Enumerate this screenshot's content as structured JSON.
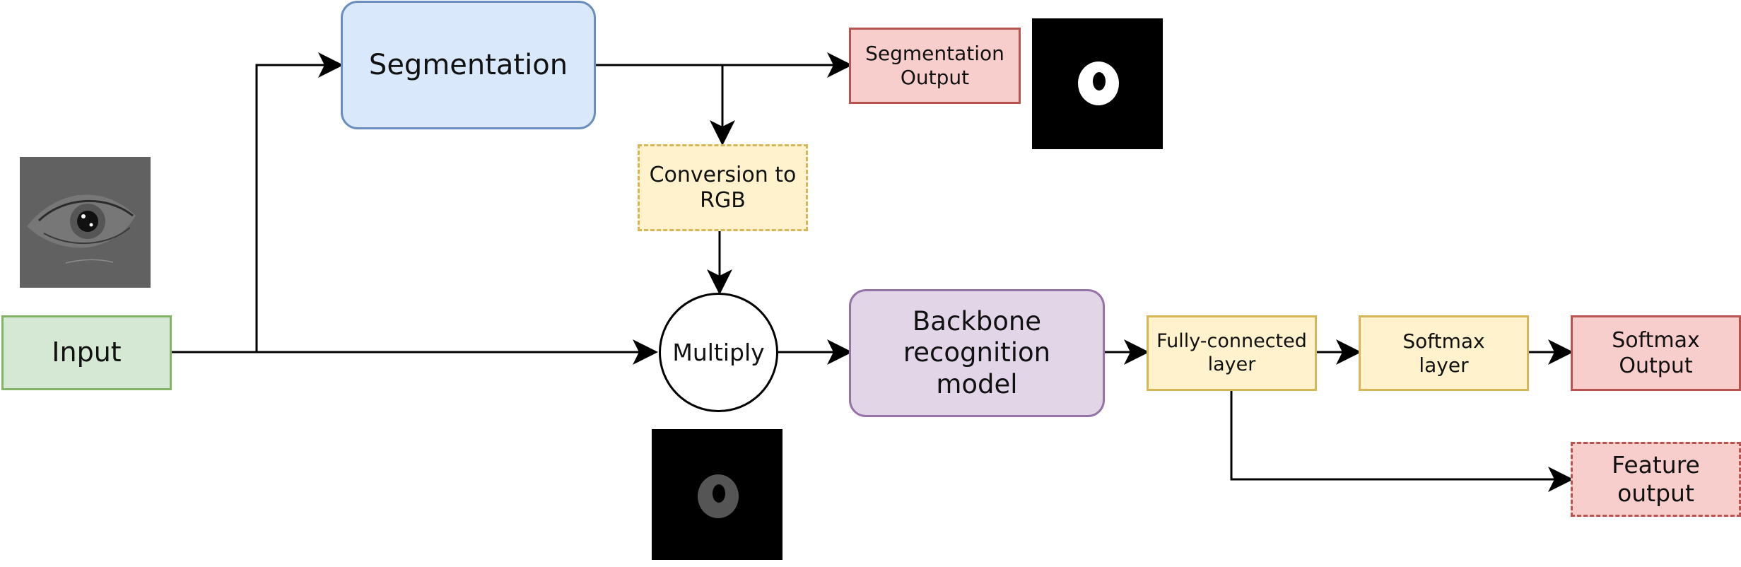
{
  "nodes": {
    "input": "Input",
    "segmentation": "Segmentation",
    "segmentation_output": "Segmentation\nOutput",
    "conversion_to_rgb": "Conversion to\nRGB",
    "multiply": "Multiply",
    "backbone": "Backbone\nrecognition\nmodel",
    "fully_connected": "Fully-connected\nlayer",
    "softmax_layer": "Softmax\nlayer",
    "softmax_output": "Softmax\nOutput",
    "feature_output": "Feature\noutput"
  },
  "colors": {
    "arrow": "#000000",
    "input_fill": "#d5e8d4",
    "segmentation_fill": "#dae8fc",
    "output_fill": "#f8cecc",
    "layer_fill": "#fff2cc",
    "backbone_fill": "#e1d5e7"
  },
  "images": {
    "input_image": "eye-image",
    "segmentation_mask": "binary-mask-image",
    "masked_image": "masked-eye-image"
  }
}
